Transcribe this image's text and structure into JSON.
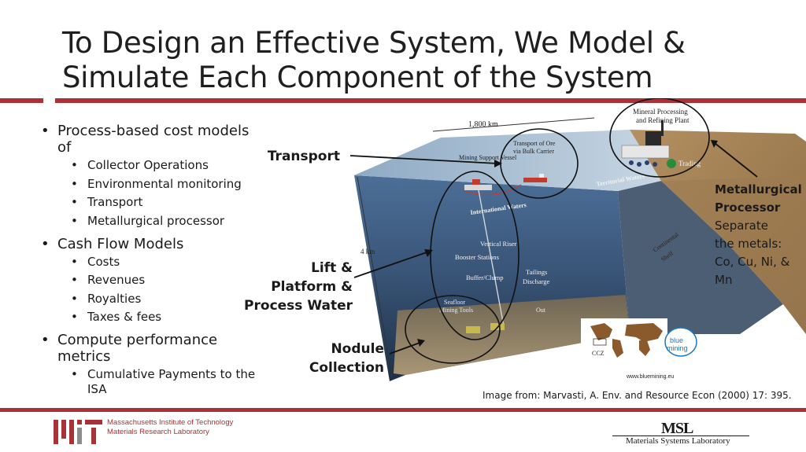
{
  "title": {
    "line1": "To Design an Effective System, We Model &",
    "line2": "Simulate Each Component of the System"
  },
  "bullets": [
    {
      "label": "Process-based cost models of",
      "items": [
        "Collector Operations",
        "Environmental monitoring",
        "Transport",
        "Metallurgical processor"
      ]
    },
    {
      "label": "Cash Flow Models",
      "items": [
        "Costs",
        "Revenues",
        "Royalties",
        "Taxes & fees"
      ]
    },
    {
      "label": "Compute performance metrics",
      "items": [
        "Cumulative Payments to the ISA"
      ]
    }
  ],
  "callouts": {
    "transport": "Transport",
    "lift": [
      "Lift &",
      "Platform &",
      "Process Water"
    ],
    "nodule": [
      "Nodule",
      "Collection"
    ],
    "metallurgical": {
      "heading": [
        "Metallurgical",
        "Processor"
      ],
      "body": [
        "Separate",
        "the metals:",
        "Co, Cu, Ni, &",
        "Mn"
      ]
    }
  },
  "illustration": {
    "distance": "1,800 km",
    "depth": "4 km",
    "mineral_processing": [
      "Mineral Processing",
      "and Refining Plant"
    ],
    "transport_of_ore": [
      "Transport of Ore",
      "via Bulk Carrier"
    ],
    "mining_support_vessel": "Mining Support Vessel",
    "trading": "Trading",
    "territorial_waters": "Territorial Waters",
    "international_waters": "International Waters",
    "vertical_riser": "Vertical Riser",
    "booster_stations": "Booster Stations",
    "buffer_clump": "Buffer/Clump",
    "tailings_discharge": [
      "Tailings",
      "Discharge"
    ],
    "continental_shelf": [
      "Continental",
      "Shelf"
    ],
    "seafloor_mining_tools": [
      "Seafloor",
      "Mining Tools"
    ],
    "out": "Out",
    "ccz": "CCZ",
    "blue_mining": [
      "blue",
      "mining"
    ],
    "website": "www.bluemining.eu"
  },
  "credit": "Image from: Marvasti, A. Env. and Resource Econ (2000) 17: 395.",
  "footer": {
    "mit_line1": "Massachusetts Institute of Technology",
    "mit_line2": "Materials Research Laboratory",
    "msl_mark": "MSL",
    "msl_name": "Materials Systems Laboratory"
  },
  "colors": {
    "accent": "#a83236",
    "ocean": "#3f5f86",
    "seafloor": "#9b8562"
  }
}
